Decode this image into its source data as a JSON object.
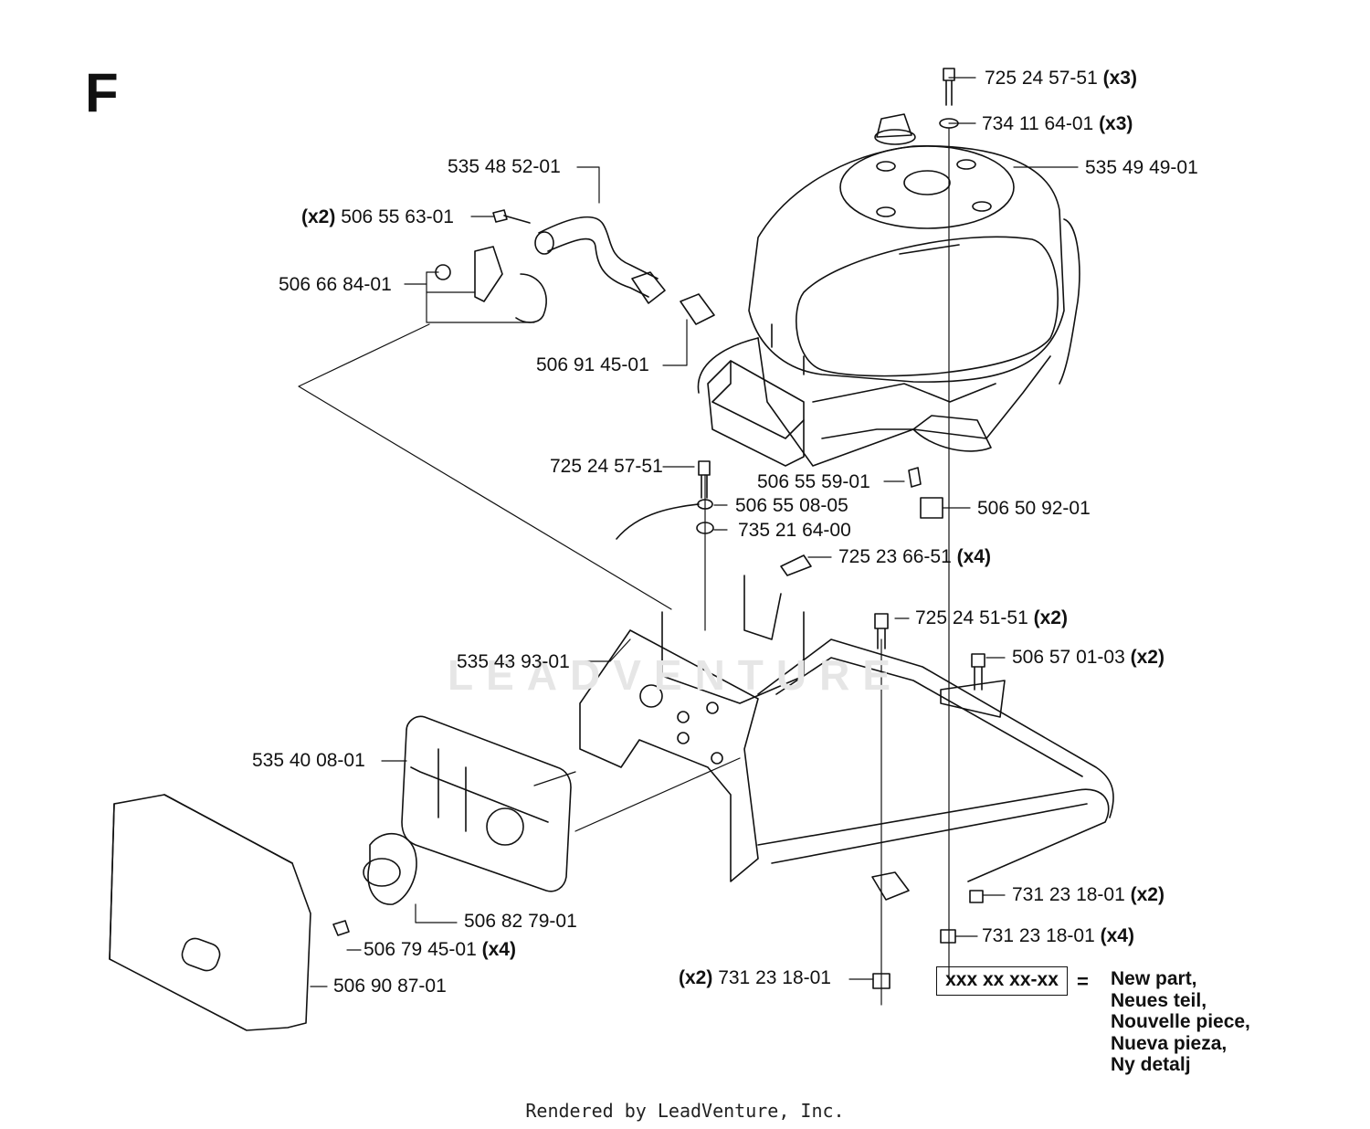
{
  "section_letter": "F",
  "watermark": "LEADVENTURE",
  "callouts": [
    {
      "id": "c1",
      "part": "725 24 57-51",
      "qty": "(x3)",
      "qty_side": "after"
    },
    {
      "id": "c2",
      "part": "734 11 64-01",
      "qty": "(x3)",
      "qty_side": "after"
    },
    {
      "id": "c3",
      "part": "535 49 49-01",
      "qty": "",
      "qty_side": "after"
    },
    {
      "id": "c4",
      "part": "535 48 52-01",
      "qty": "",
      "qty_side": "after"
    },
    {
      "id": "c5",
      "part": "506 55 63-01",
      "qty": "(x2)",
      "qty_side": "before"
    },
    {
      "id": "c6",
      "part": "506 66 84-01",
      "qty": "",
      "qty_side": "after"
    },
    {
      "id": "c7",
      "part": "506 91 45-01",
      "qty": "",
      "qty_side": "after"
    },
    {
      "id": "c8",
      "part": "725 24 57-51",
      "qty": "",
      "qty_side": "after"
    },
    {
      "id": "c9",
      "part": "506 55 59-01",
      "qty": "",
      "qty_side": "after"
    },
    {
      "id": "c10",
      "part": "506 55 08-05",
      "qty": "",
      "qty_side": "after"
    },
    {
      "id": "c11",
      "part": "506 50 92-01",
      "qty": "",
      "qty_side": "after"
    },
    {
      "id": "c12",
      "part": "735 21 64-00",
      "qty": "",
      "qty_side": "after"
    },
    {
      "id": "c13",
      "part": "725 23 66-51",
      "qty": "(x4)",
      "qty_side": "after"
    },
    {
      "id": "c14",
      "part": "725 24 51-51",
      "qty": "(x2)",
      "qty_side": "after"
    },
    {
      "id": "c15",
      "part": "535 43 93-01",
      "qty": "",
      "qty_side": "after"
    },
    {
      "id": "c16",
      "part": "506 57 01-03",
      "qty": "(x2)",
      "qty_side": "after"
    },
    {
      "id": "c17",
      "part": "535 40 08-01",
      "qty": "",
      "qty_side": "after"
    },
    {
      "id": "c18",
      "part": "731 23 18-01",
      "qty": "(x2)",
      "qty_side": "after"
    },
    {
      "id": "c19",
      "part": "506 82 79-01",
      "qty": "",
      "qty_side": "after"
    },
    {
      "id": "c20",
      "part": "506 79 45-01",
      "qty": "(x4)",
      "qty_side": "after"
    },
    {
      "id": "c21",
      "part": "731 23 18-01",
      "qty": "(x4)",
      "qty_side": "after"
    },
    {
      "id": "c22",
      "part": "506 90 87-01",
      "qty": "",
      "qty_side": "after"
    },
    {
      "id": "c23",
      "part": "731 23 18-01",
      "qty": "(x2)",
      "qty_side": "before"
    }
  ],
  "legend": {
    "box_text": "xxx xx xx-xx",
    "equals": "=",
    "lines": [
      "New part,",
      "Neues teil,",
      "Nouvelle piece,",
      "Nueva pieza,",
      "Ny detalj"
    ]
  },
  "footer": "Rendered by LeadVenture, Inc."
}
